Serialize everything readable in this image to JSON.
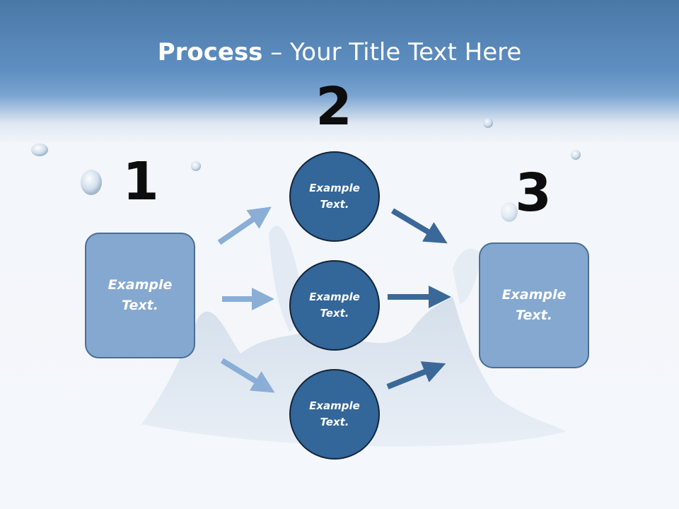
{
  "title": {
    "bold": "Process",
    "rest": " – Your Title Text Here"
  },
  "steps": {
    "one": "1",
    "two": "2",
    "three": "3"
  },
  "nodes": {
    "left_box": "Example Text.",
    "top_circle": "Example Text.",
    "middle_circle": "Example Text.",
    "bottom_circle": "Example Text.",
    "right_box": "Example Text."
  },
  "colors": {
    "box_fill": "#85a8d0",
    "circle_fill": "#336699",
    "arrow_light": "#8aaed6",
    "arrow_dark": "#3a6899"
  }
}
